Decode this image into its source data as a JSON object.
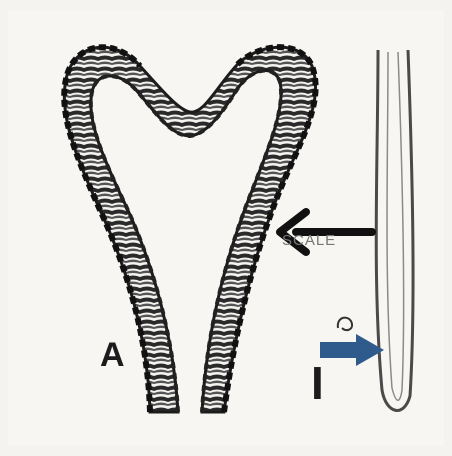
{
  "labels": {
    "figure_letter": "A",
    "scale_text": "SCALE",
    "scale_bar_text": "I"
  },
  "colors": {
    "ink": "#1c1c1c",
    "background": "#f7f6f2",
    "black_arrow": "#111111",
    "blue_arrow": "#2e5a8c"
  },
  "icons": {
    "black_arrow": "arrow-left-icon",
    "blue_arrow": "arrow-right-icon"
  }
}
